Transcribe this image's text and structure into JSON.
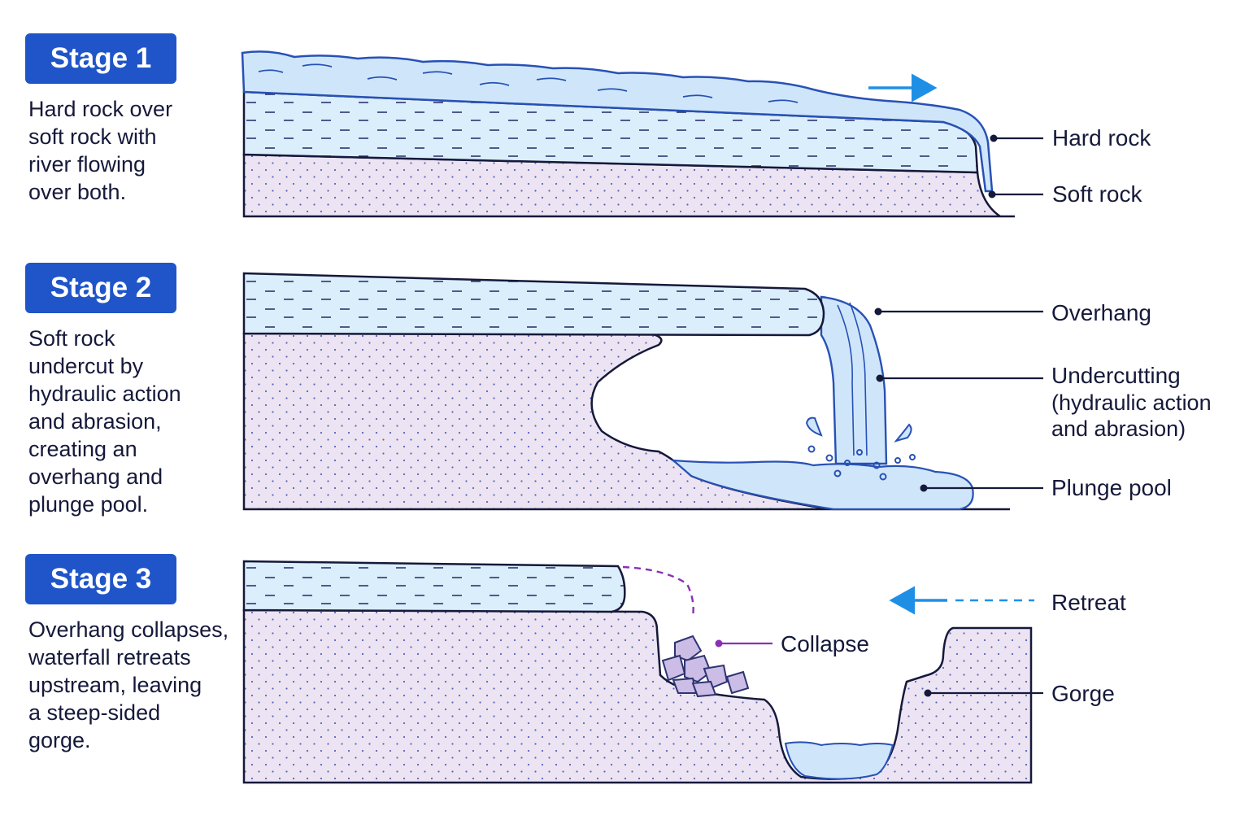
{
  "colors": {
    "badge": "#1f55c8",
    "hard_rock": "#dbeefb",
    "soft_rock": "#ece4f3",
    "water": "#cfe6fa",
    "outline": "#15193a",
    "water_line": "#2851b5",
    "arrow": "#1f8fe6",
    "collapse": "#8a2fb8"
  },
  "stages": [
    {
      "badge": "Stage 1",
      "description": "Hard rock over\nsoft rock with\nriver flowing\nover both.",
      "labels": {
        "hard_rock": "Hard rock",
        "soft_rock": "Soft rock"
      }
    },
    {
      "badge": "Stage 2",
      "description": "Soft rock\nundercut by\nhydraulic action\nand abrasion,\ncreating an\noverhang and\nplunge pool.",
      "labels": {
        "overhang": "Overhang",
        "undercutting": "Undercutting",
        "undercutting_detail_1": "(hydraulic action",
        "undercutting_detail_2": "and abrasion)",
        "plunge_pool": "Plunge pool"
      }
    },
    {
      "badge": "Stage 3",
      "description": "Overhang collapses,\nwaterfall retreats\nupstream, leaving\na steep-sided\ngorge.",
      "labels": {
        "collapse": "Collapse",
        "retreat": "Retreat",
        "gorge": "Gorge"
      }
    }
  ]
}
